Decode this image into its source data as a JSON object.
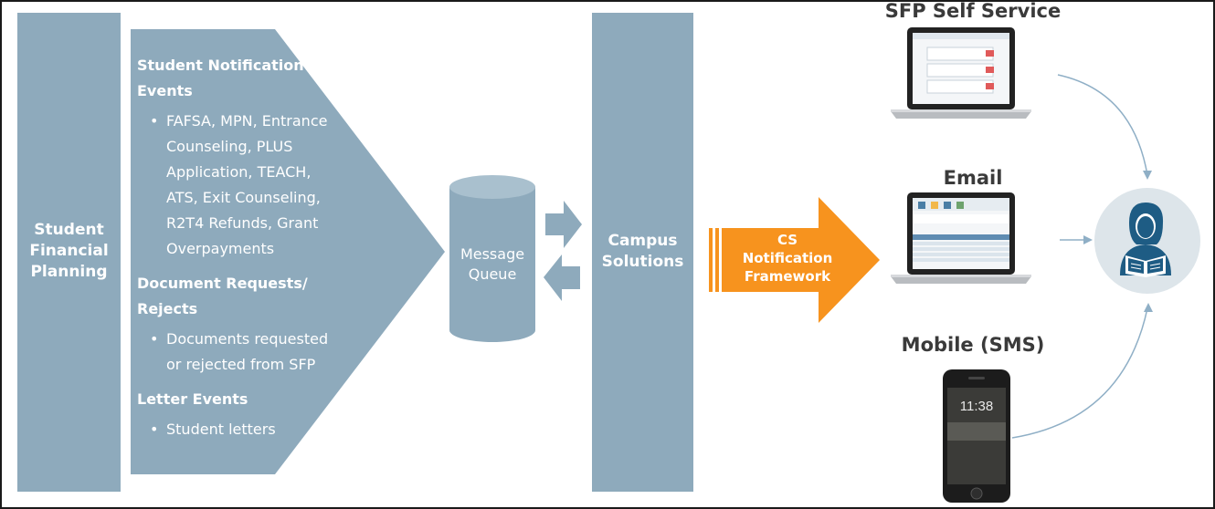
{
  "sfp_box": {
    "label_lines": [
      "Student",
      "Financial",
      "Planning"
    ]
  },
  "events": [
    {
      "heading": "Student Notification Events",
      "heading_lines": [
        "Student Notification",
        "Events"
      ],
      "items": [
        {
          "lines": [
            "FAFSA, MPN, Entrance",
            "Counseling, PLUS",
            "Application, TEACH,",
            "ATS, Exit Counseling,",
            "R2T4 Refunds, Grant",
            "Overpayments"
          ]
        }
      ]
    },
    {
      "heading": "Document Requests/ Rejects",
      "heading_lines": [
        "Document Requests/",
        "Rejects"
      ],
      "items": [
        {
          "lines": [
            "Documents requested",
            "or rejected from SFP"
          ]
        }
      ]
    },
    {
      "heading": "Letter Events",
      "heading_lines": [
        "Letter Events"
      ],
      "items": [
        {
          "lines": [
            "Student letters"
          ]
        }
      ]
    }
  ],
  "message_queue": {
    "label_lines": [
      "Message",
      "Queue"
    ]
  },
  "campus_solutions": {
    "label_lines": [
      "Campus",
      "Solutions"
    ]
  },
  "notification_framework": {
    "label_lines": [
      "CS",
      "Notification",
      "Framework"
    ]
  },
  "channels": [
    {
      "title": "SFP Self Service",
      "device": "laptop-icon"
    },
    {
      "title": "Email",
      "device": "laptop-icon"
    },
    {
      "title": "Mobile (SMS)",
      "device": "phone-icon",
      "screen_time": "11:38"
    }
  ],
  "recipient": {
    "icon": "student-reading-icon"
  },
  "colors": {
    "box_blue": "#8eaabc",
    "orange": "#f7931e",
    "connector": "#8fafc6",
    "circle": "#dde5ea",
    "student": "#1e5c84"
  }
}
